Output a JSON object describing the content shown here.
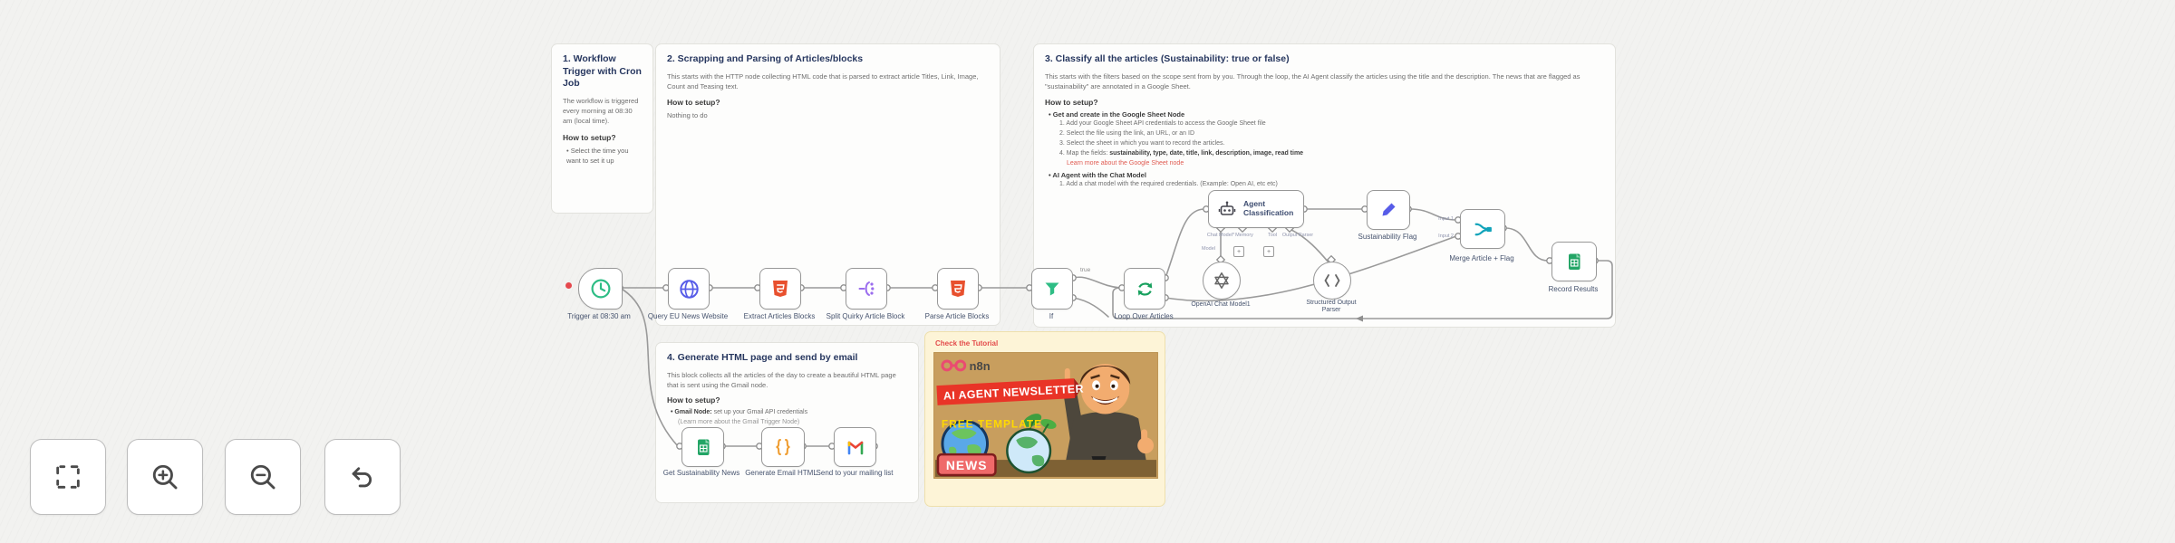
{
  "toolbar": {
    "buttons": [
      {
        "name": "zoom-to-fit"
      },
      {
        "name": "zoom-in"
      },
      {
        "name": "zoom-out"
      },
      {
        "name": "undo"
      }
    ]
  },
  "stickies": {
    "s1": {
      "title": "1. Workflow Trigger with Cron Job",
      "body": "The workflow is triggered every morning at 08:30 am (local time).",
      "setup": "How to setup?",
      "bullet": "•  Select the time you want to set it up"
    },
    "s2": {
      "title": "2. Scrapping and Parsing of Articles/blocks",
      "body": "This starts with the HTTP node collecting HTML code that is parsed to extract article Titles, Link, Image, Count and Teasing text.",
      "setup": "How to setup?",
      "note": "Nothing to do"
    },
    "s3": {
      "title": "3. Classify all the articles (Sustainability: true or false)",
      "body": "This starts with the filters based on the scope sent from by you. Through the loop, the AI Agent classify the articles using the title and the description. The news that are flagged as \"sustainability\" are annotated in a Google Sheet.",
      "setup": "How to setup?",
      "sec1_title": "•  Get and create in the Google Sheet Node",
      "sec1_steps": [
        "1.  Add your Google Sheet API credentials to access the Google Sheet file",
        "2.  Select the file using the link, an URL, or an ID",
        "3.  Select the sheet in which you want to record the articles."
      ],
      "sec1_step4_prefix": "4.  Map the fields: ",
      "sec1_step4_fields": "sustainability, type, date, title, link, description, image, read time",
      "sec1_link": "Learn more about the Google Sheet node",
      "sec2_title": "•  AI Agent with the Chat Model",
      "sec2_step": "1.  Add a chat model with the required credentials. (Example: Open AI, etc etc)"
    },
    "s4": {
      "title": "4. Generate HTML page and send by email",
      "body": "This block collects all the articles of the day to create a beautiful HTML page that is sent using the Gmail node.",
      "setup": "How to setup?",
      "bullet_bold": "•  Gmail Node:",
      "bullet_rest": " set up your Gmail API credentials",
      "bullet_sub": "(Learn more about the Gmail Trigger Node)"
    }
  },
  "tutorial": {
    "link": "Check the Tutorial",
    "brand": "n8n",
    "banner": "AI AGENT NEWSLETTER",
    "subtitle": "FREE TEMPLATE",
    "badge": "NEWS"
  },
  "nodes": [
    {
      "label": "Trigger at 08:30 am",
      "icon": "clock-icon"
    },
    {
      "label": "Query EU News Website",
      "icon": "globe-icon"
    },
    {
      "label": "Extract Articles Blocks",
      "icon": "html-icon"
    },
    {
      "label": "Split Quirky Article Block",
      "icon": "split-icon"
    },
    {
      "label": "Parse Article Blocks",
      "icon": "html-icon"
    },
    {
      "label": "If",
      "icon": "filter-icon"
    },
    {
      "label": "Loop Over Articles",
      "icon": "loop-icon"
    },
    {
      "label": "Agent Classification",
      "icon": "robot-icon"
    },
    {
      "label": "Sustainability Flag",
      "icon": "pen-icon"
    },
    {
      "label": "Merge Article + Flag",
      "icon": "merge-icon"
    },
    {
      "label": "Record Results",
      "icon": "google-sheets-icon"
    },
    {
      "label": "OpenAI Chat Model1",
      "icon": "openai-icon"
    },
    {
      "label": "Structured Output Parser",
      "icon": "code-brackets-icon"
    },
    {
      "label": "Get Sustainability News",
      "icon": "google-sheets-icon"
    },
    {
      "label": "Generate Email HTML",
      "icon": "curly-braces-icon"
    },
    {
      "label": "Send to your mailing list",
      "icon": "gmail-icon"
    }
  ],
  "agent_stubs": [
    "Chat Model*",
    "Memory",
    "Tool",
    "Output Parser"
  ],
  "wire_labels": {
    "if_true": "true",
    "model": "Model",
    "input1": "Input 1",
    "input2": "Input 2",
    "plus": "+"
  },
  "colors": {
    "trigger_green": "#2ebd85",
    "http_indigo": "#575ce8",
    "html_orange": "#e8502e",
    "split_purple": "#9b6dee",
    "loop_green": "#17a05e",
    "merge_teal": "#11a3ba",
    "sheets_green": "#23a566",
    "code_orange": "#ef9b2d",
    "n8n_pink": "#ea4b71",
    "link_red": "#e05b52",
    "banner_red": "#e93427",
    "subtitle_yellow": "#ffd900",
    "sticky_yellow_bg": "#fdf4d7"
  }
}
